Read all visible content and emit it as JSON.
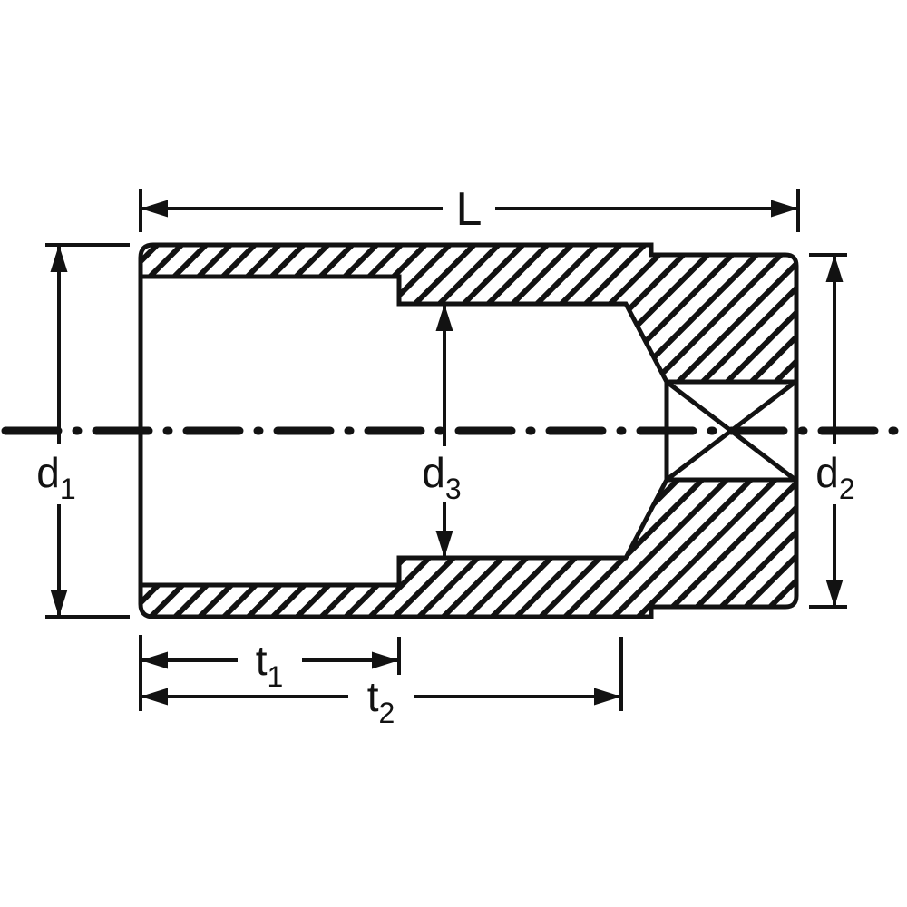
{
  "drawing": {
    "labels": {
      "overall_length": {
        "main": "L",
        "sub": ""
      },
      "outer_diameter_front": {
        "main": "d",
        "sub": "1"
      },
      "outer_diameter_drive": {
        "main": "d",
        "sub": "2"
      },
      "inner_bore_diameter": {
        "main": "d",
        "sub": "3"
      },
      "depth_1": {
        "main": "t",
        "sub": "1"
      },
      "depth_2": {
        "main": "t",
        "sub": "2"
      }
    },
    "colors": {
      "ink": "#121212",
      "background": "#ffffff"
    }
  }
}
